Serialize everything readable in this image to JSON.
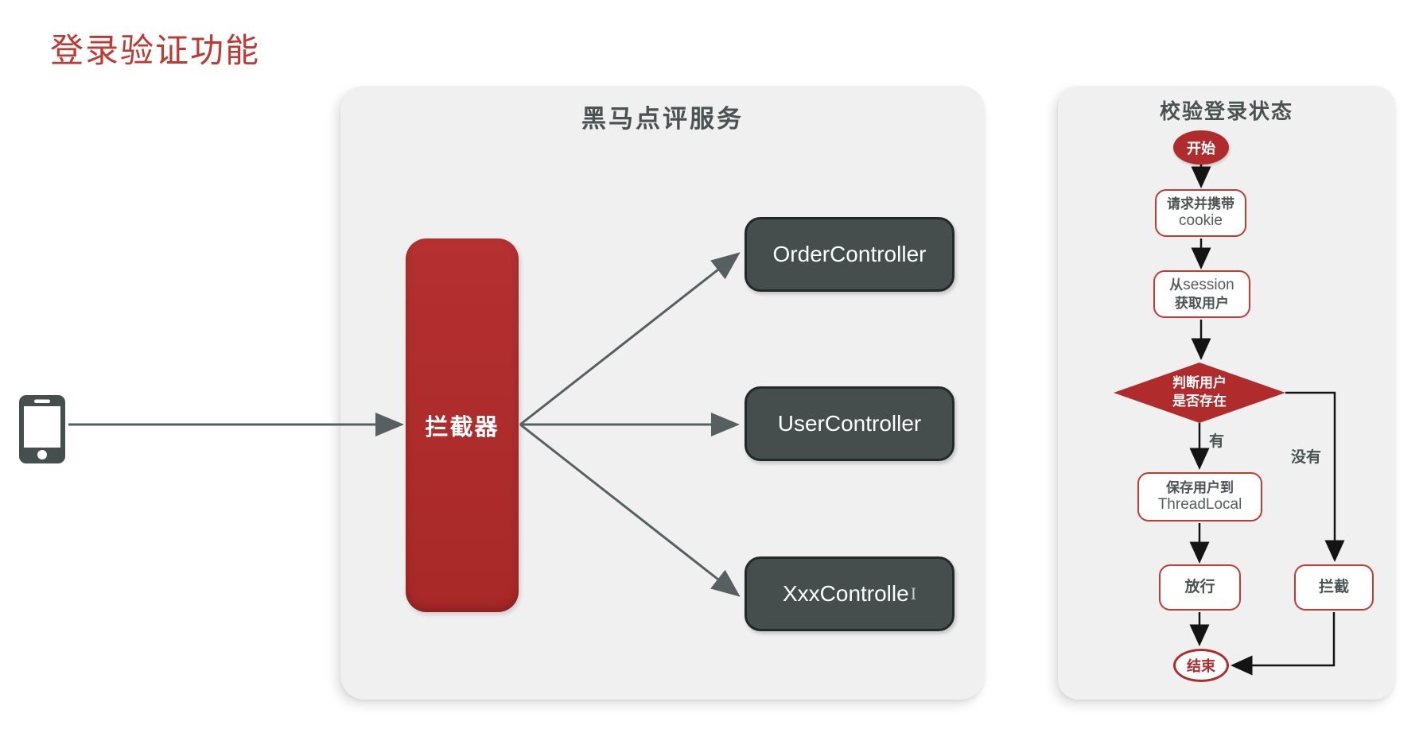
{
  "page": {
    "title": "登录验证功能"
  },
  "phone": {
    "icon": "smartphone-icon"
  },
  "main_panel": {
    "title": "黑马点评服务",
    "interceptor_label": "拦截器",
    "controllers": [
      "OrderController",
      "UserController",
      "XxxControlle"
    ],
    "text_cursor": "I"
  },
  "flow_panel": {
    "title": "校验登录状态",
    "start": "开始",
    "request": {
      "line1": "请求并携带",
      "line2": "cookie"
    },
    "session": {
      "line1_zh": "从",
      "line1_latin": "session",
      "line2": "获取用户"
    },
    "decision": {
      "line1": "判断用户",
      "line2": "是否存在"
    },
    "yes_label": "有",
    "no_label": "没有",
    "save": {
      "line1": "保存用户到",
      "line2": "ThreadLocal"
    },
    "pass": "放行",
    "block": "拦截",
    "end": "结束"
  },
  "colors": {
    "accent_red": "#B02B2B",
    "border_red": "#C23B33",
    "dark_box": "#454E4C",
    "panel_bg": "#F0F0F0",
    "text_dark": "#4A5252",
    "arrow_gray": "#566060",
    "arrow_black": "#141414",
    "title_red": "#C23730"
  }
}
